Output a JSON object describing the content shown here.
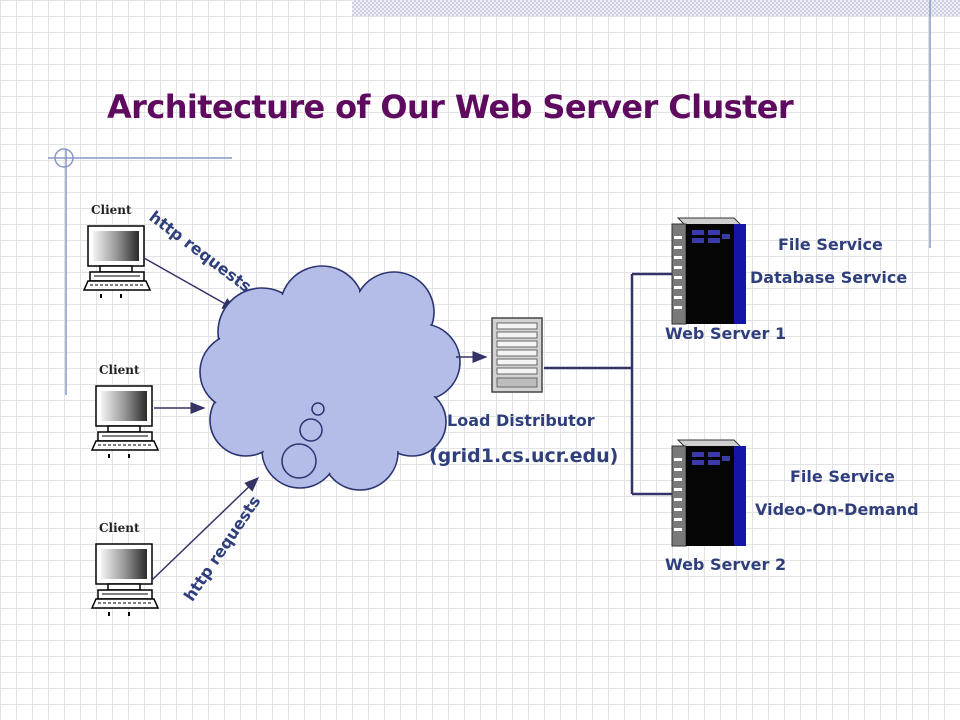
{
  "title": "Architecture of Our Web Server Cluster",
  "clients": [
    {
      "label": "Client"
    },
    {
      "label": "Client"
    },
    {
      "label": "Client"
    }
  ],
  "requests": {
    "top": "http requests",
    "bottom": "http requests"
  },
  "load_distributor": {
    "label": "Load Distributor",
    "host": "(grid1.cs.ucr.edu)"
  },
  "servers": [
    {
      "label": "Web Server 1",
      "services": [
        "File Service",
        "Database Service"
      ]
    },
    {
      "label": "Web Server 2",
      "services": [
        "File Service",
        "Video-On-Demand"
      ]
    }
  ],
  "colors": {
    "title": "#5e0a5e",
    "label": "#2f3f7c",
    "cloud_fill": "#b4bde8",
    "cloud_stroke": "#2a3470",
    "connector": "#333366",
    "server_blue": "#1414a8"
  }
}
